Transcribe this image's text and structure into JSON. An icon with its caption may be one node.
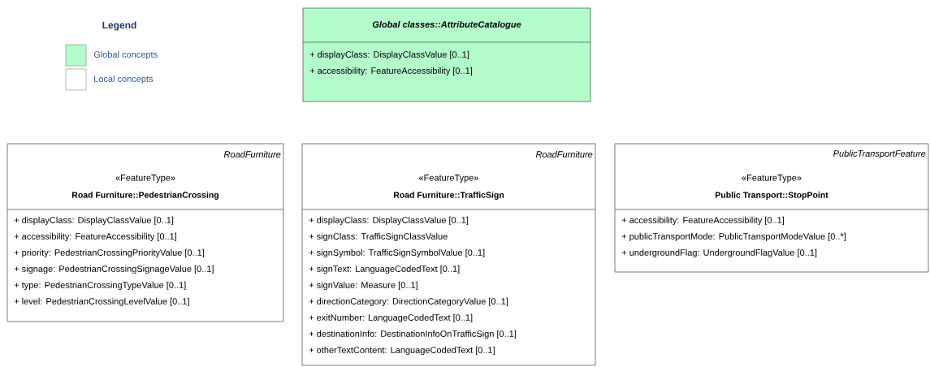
{
  "diagram": {
    "nodes": [
      {
        "text": [
          "Global classes::AttributeCatalogue",
          "+ displayClass: DisplayClassValue [0..1]",
          "+ accessibility: FeatureAccessibility [0..1]"
        ]
      },
      {
        "text": [
          "RoadFurniture",
          "«FeatureType»",
          "Road Furniture::PedestrianCrossing",
          "+ displayClass: DisplayClassValue [0..1]",
          "+ accessibility: FeatureAccessibility [0..1]",
          "+ priority: PedestrianCrossingPriorityValue [0..1]",
          "+ signage: PedestrianCrossingSignageValue [0..1]",
          "+ type: PedestrianCrossingTypeValue [0..1]",
          "+ level: PedestrianCrossingLevelValue [0..1]"
        ]
      },
      {
        "text": [
          "RoadFurniture",
          "«FeatureType»",
          "Road Furniture::TrafficSign",
          "+ displayClass: DisplayClassValue [0..1]",
          "+ signClass: TrafficSignClassValue",
          "+ signSymbol: TrafficSignSymbolValue [0..1]",
          "+ signText: LanguageCodedText [0..1]",
          "+ signValue: Measure [0..1]",
          "+ directionCategory: DirectionCategoryValue [0..1]",
          "+ exitNumber: LanguageCodedText [0..1]",
          "+ destinationInfo: DestinationInfoOnTrafficSign [0..1]",
          "+ otherTextContent: LanguageCodedText [0..1]"
        ]
      },
      {
        "text": [
          "PublicTransportFeature",
          "«FeatureType»",
          "Public Transport::StopPoint",
          "+ accessibility: FeatureAccessibility [0..1]",
          "+ publicTransportMode: PublicTransportModeValue [0..*]",
          "+ undergroundFlag: UndergroundFlagValue [0..1]"
        ]
      }
    ],
    "labels": [
      "Legend"
    ],
    "legend": [
      {
        "text": "Global concepts",
        "color": "#b3fdcb"
      },
      {
        "text": "Local concepts"
      }
    ]
  }
}
